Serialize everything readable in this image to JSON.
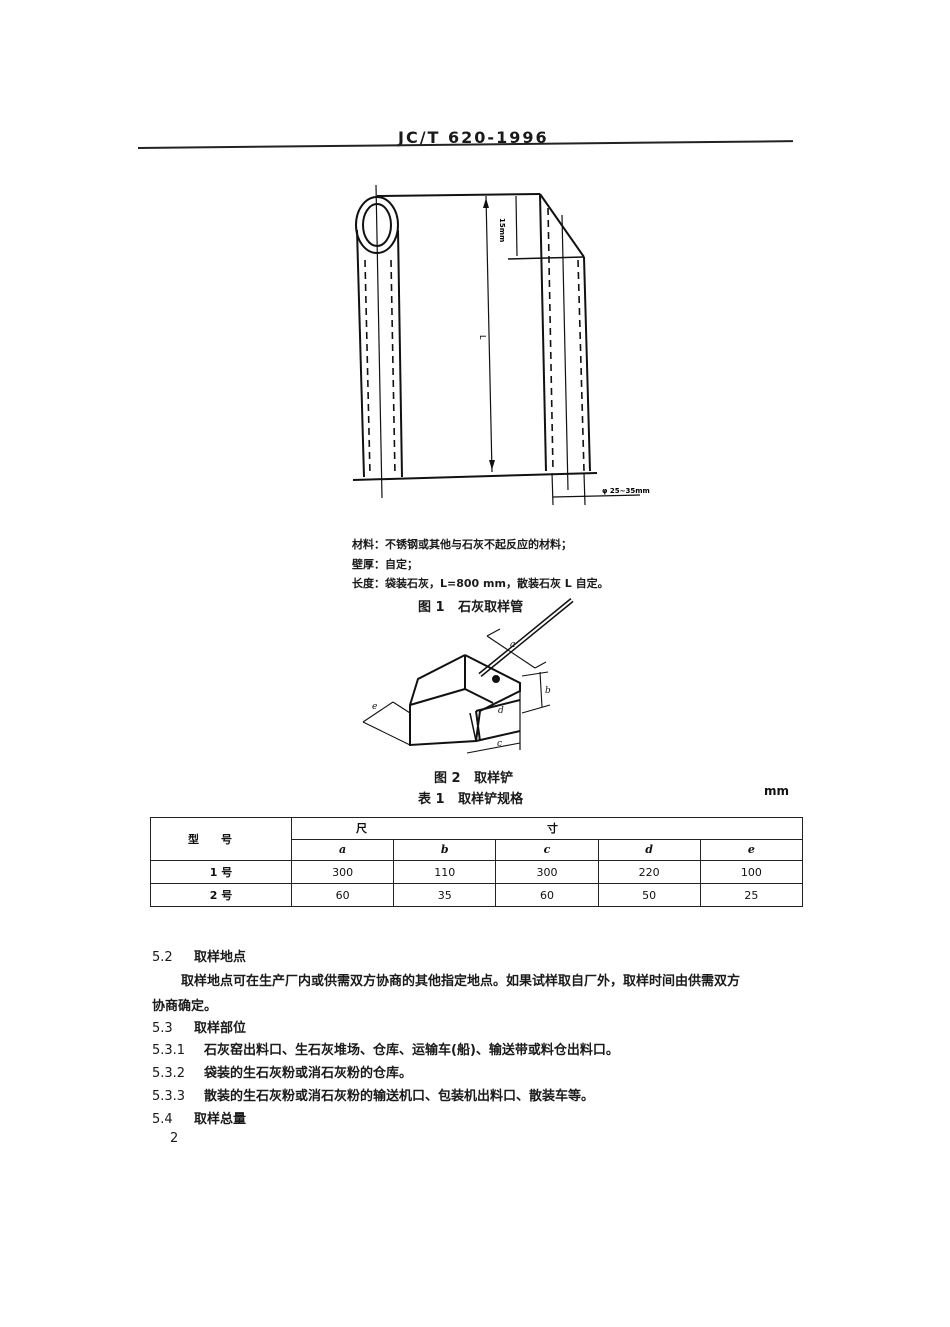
{
  "header": {
    "standard_code": "JC/T 620-1996"
  },
  "figure1": {
    "dim_top": "15mm",
    "dim_length": "L",
    "dim_diameter": "φ 25~35mm",
    "notes": [
      "材料：不锈钢或其他与石灰不起反应的材料；",
      "壁厚：自定；",
      "长度：袋装石灰，L=800 mm，散装石灰 L 自定。"
    ],
    "caption": "图 1   石灰取样管"
  },
  "figure2": {
    "labels": {
      "a": "a",
      "b": "b",
      "c": "c",
      "d": "d",
      "e": "e"
    },
    "caption": "图 2   取样铲"
  },
  "table1": {
    "title": "表 1   取样铲规格",
    "unit": "mm",
    "header_type": "型号",
    "header_dim": "尺寸",
    "columns": [
      "a",
      "b",
      "c",
      "d",
      "e"
    ],
    "rows": [
      {
        "type": "1 号",
        "values": [
          "300",
          "110",
          "300",
          "220",
          "100"
        ]
      },
      {
        "type": "2 号",
        "values": [
          "60",
          "35",
          "60",
          "50",
          "25"
        ]
      }
    ]
  },
  "sections": {
    "s52_num": "5.2",
    "s52_title": "取样地点",
    "s52_body_line1": "取样地点可在生产厂内或供需双方协商的其他指定地点。如果试样取自厂外，取样时间由供需双方",
    "s52_body_line2": "协商确定。",
    "s53_num": "5.3",
    "s53_title": "取样部位",
    "s531_num": "5.3.1",
    "s531_text": "石灰窑出料口、生石灰堆场、仓库、运输车(船)、输送带或料仓出料口。",
    "s532_num": "5.3.2",
    "s532_text": "袋装的生石灰粉或消石灰粉的仓库。",
    "s533_num": "5.3.3",
    "s533_text": "散装的生石灰粉或消石灰粉的输送机口、包装机出料口、散装车等。",
    "s54_num": "5.4",
    "s54_title": "取样总量"
  },
  "footer": {
    "page_number": "2"
  }
}
